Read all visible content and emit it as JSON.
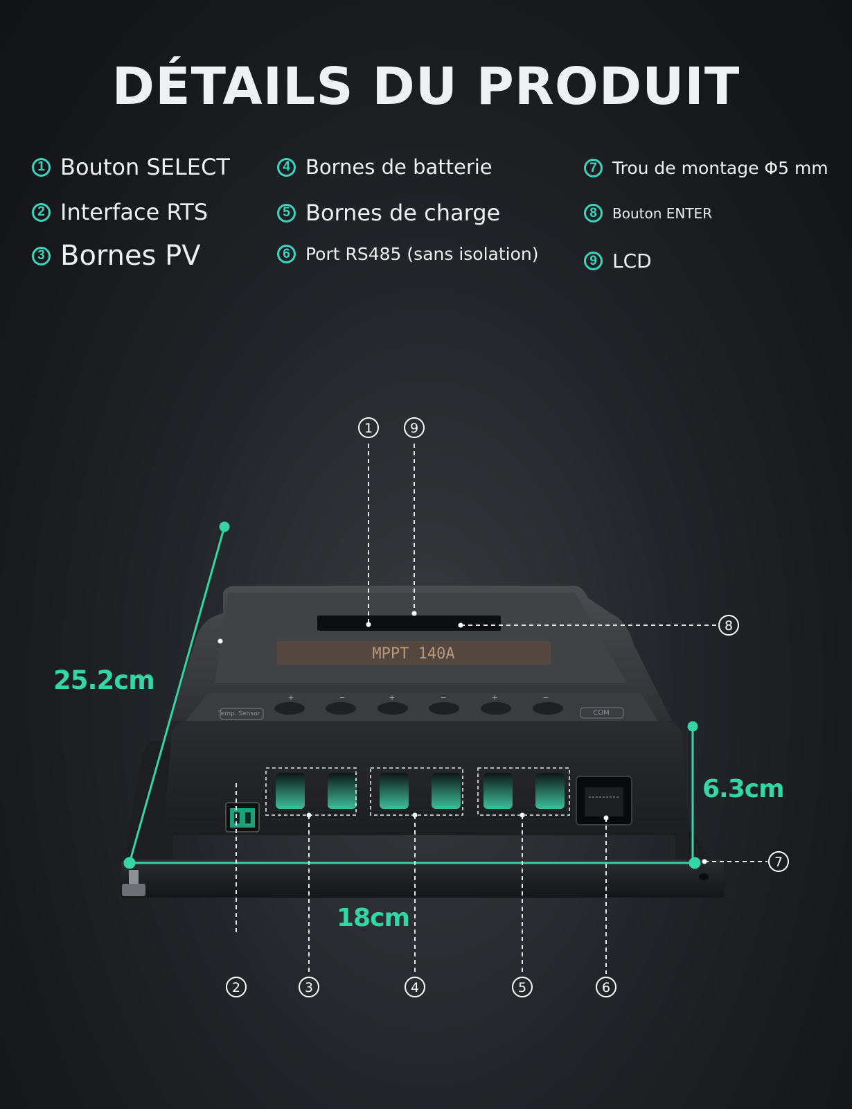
{
  "title": "DÉTAILS DU PRODUIT",
  "legend": [
    {
      "num": "1",
      "label": "Bouton SELECT"
    },
    {
      "num": "2",
      "label": "Interface RTS"
    },
    {
      "num": "3",
      "label": "Bornes PV"
    },
    {
      "num": "4",
      "label": "Bornes de batterie"
    },
    {
      "num": "5",
      "label": "Bornes de charge"
    },
    {
      "num": "6",
      "label": "Port RS485 (sans isolation)"
    },
    {
      "num": "7",
      "label": "Trou de montage Φ5 mm"
    },
    {
      "num": "8",
      "label": "Bouton ENTER"
    },
    {
      "num": "9",
      "label": "LCD"
    }
  ],
  "dimensions": {
    "depth": "25.2cm",
    "height": "6.3cm",
    "width": "18cm"
  },
  "device": {
    "model": "MPPT 140A",
    "sensor_label": "Temp. Sensor",
    "com_label": "COM",
    "terminal_signs": [
      "+",
      "−",
      "+",
      "−",
      "+",
      "−"
    ]
  },
  "callouts": [
    "1",
    "9",
    "8",
    "7",
    "2",
    "3",
    "4",
    "5",
    "6"
  ],
  "colors": {
    "accent": "#3fd3bd",
    "dimension": "#34d6a6",
    "background": "#1b1d20"
  }
}
